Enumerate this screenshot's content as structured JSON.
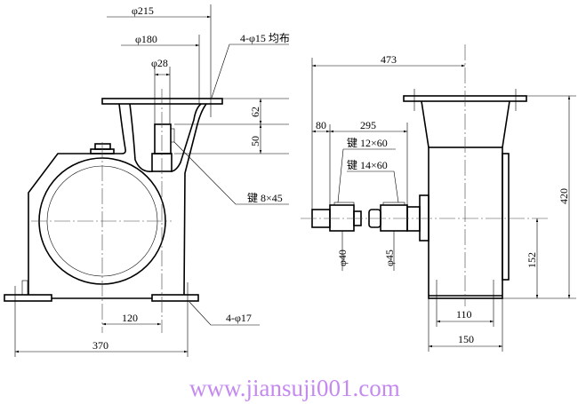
{
  "front_view": {
    "dims": {
      "d215": "φ215",
      "d180": "φ180",
      "d28": "φ28",
      "h62": "62",
      "h50": "50",
      "w120": "120",
      "w370": "370"
    },
    "notes": {
      "top_holes": "4-φ15 均布",
      "key": "键 8×45",
      "base_holes": "4-φ17"
    }
  },
  "side_view": {
    "dims": {
      "w473": "473",
      "w80": "80",
      "w295": "295",
      "d40": "φ40",
      "d45": "φ45",
      "h420": "420",
      "h152": "152",
      "w110": "110",
      "w150": "150"
    },
    "notes": {
      "key1": "键 12×60",
      "key2": "键 14×60"
    }
  },
  "watermark": "www.jiansuji001.com"
}
